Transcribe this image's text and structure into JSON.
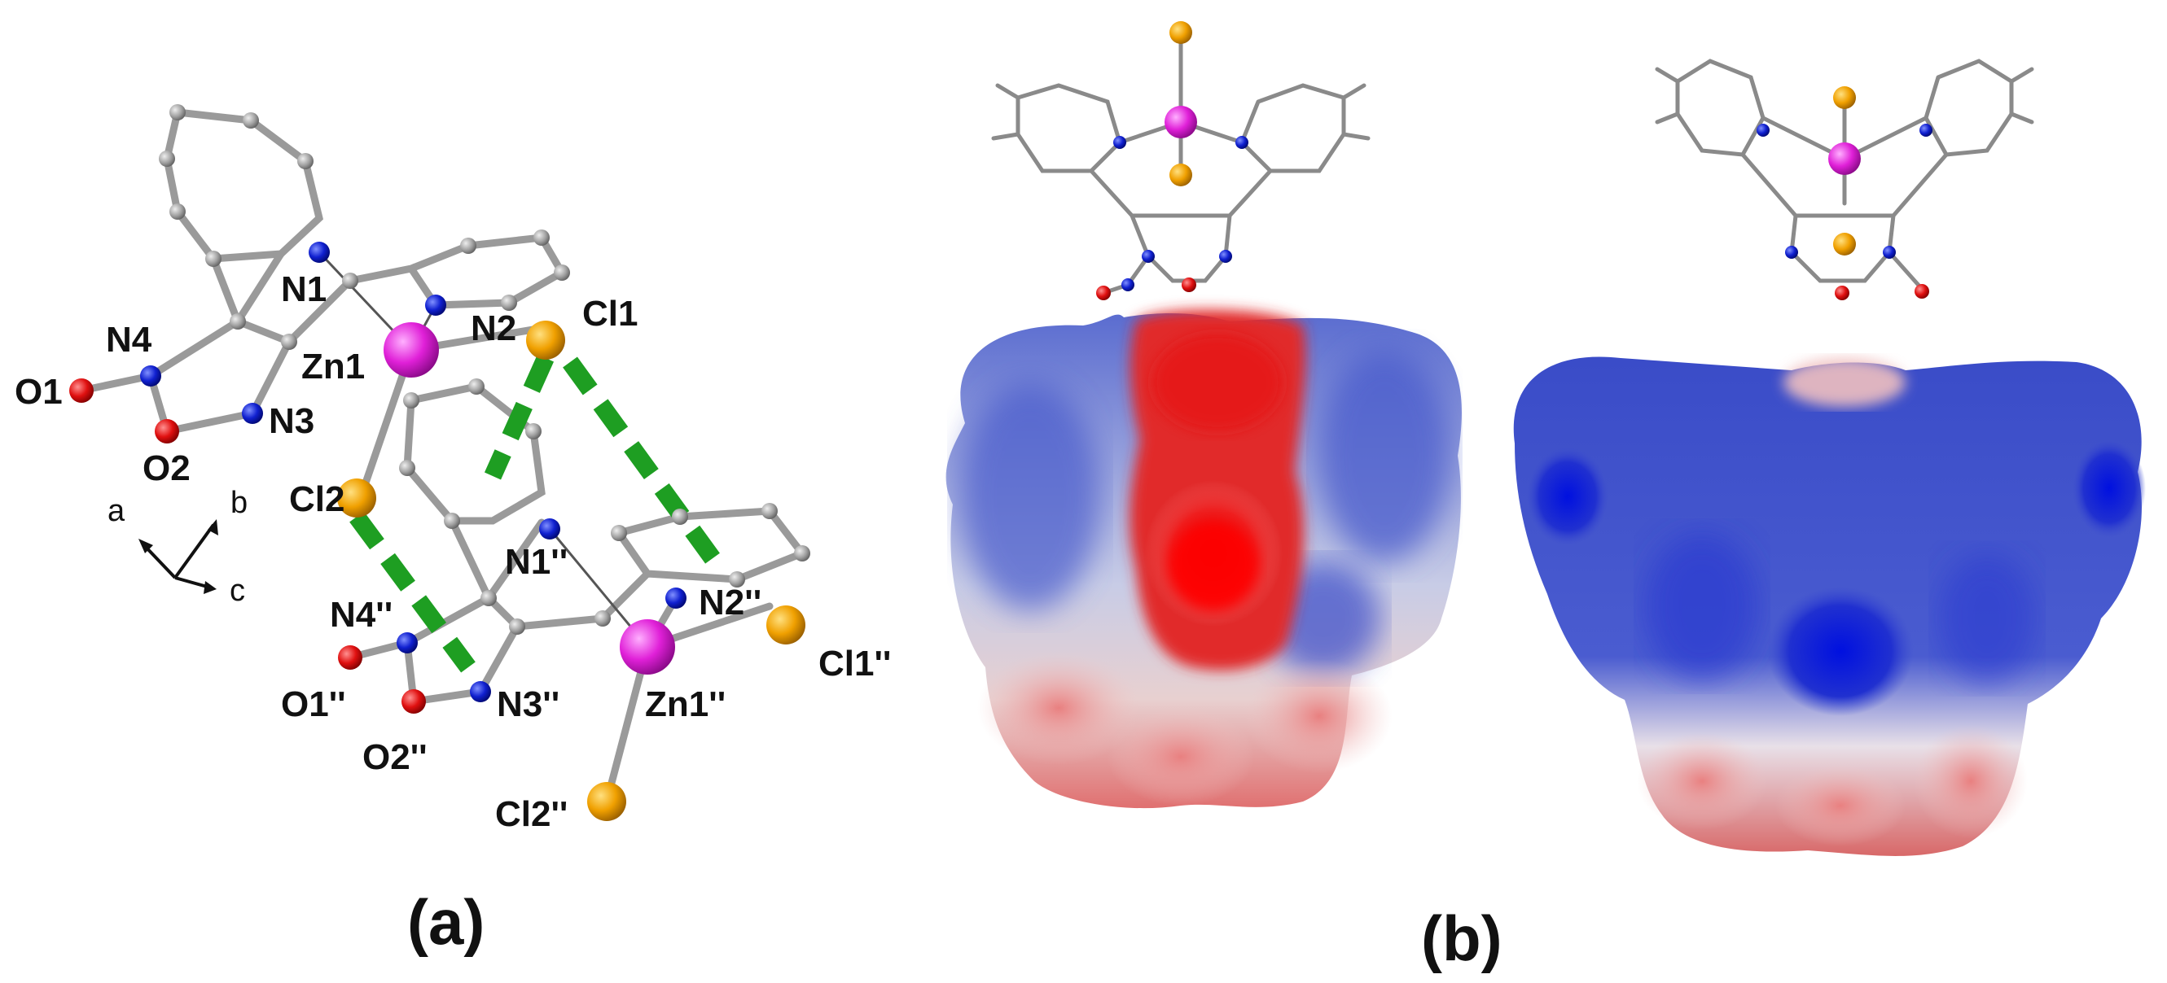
{
  "panels": {
    "a": {
      "label": "(a)"
    },
    "b": {
      "label": "(b)"
    }
  },
  "atom_labels": {
    "N1": "N1",
    "N2": "N2",
    "N3": "N3",
    "N4": "N4",
    "O1": "O1",
    "O2": "O2",
    "Cl1": "Cl1",
    "Cl2": "Cl2",
    "Zn1": "Zn1",
    "N1pp": "N1''",
    "N2pp": "N2''",
    "N3pp": "N3''",
    "N4pp": "N4''",
    "O1pp": "O1''",
    "O2pp": "O2''",
    "Cl1pp": "Cl1''",
    "Cl2pp": "Cl2''",
    "Zn1pp": "Zn1''"
  },
  "axes": {
    "a": "a",
    "b": "b",
    "c": "c"
  },
  "colors": {
    "zinc": "#e020d8",
    "chlorine": "#f0a000",
    "nitrogen": "#1020d0",
    "oxygen": "#e01010",
    "carbon": "#9a9a9a",
    "hbond": "#1e9e22",
    "esp_positive": "#3040c8",
    "esp_negative": "#e02020"
  }
}
